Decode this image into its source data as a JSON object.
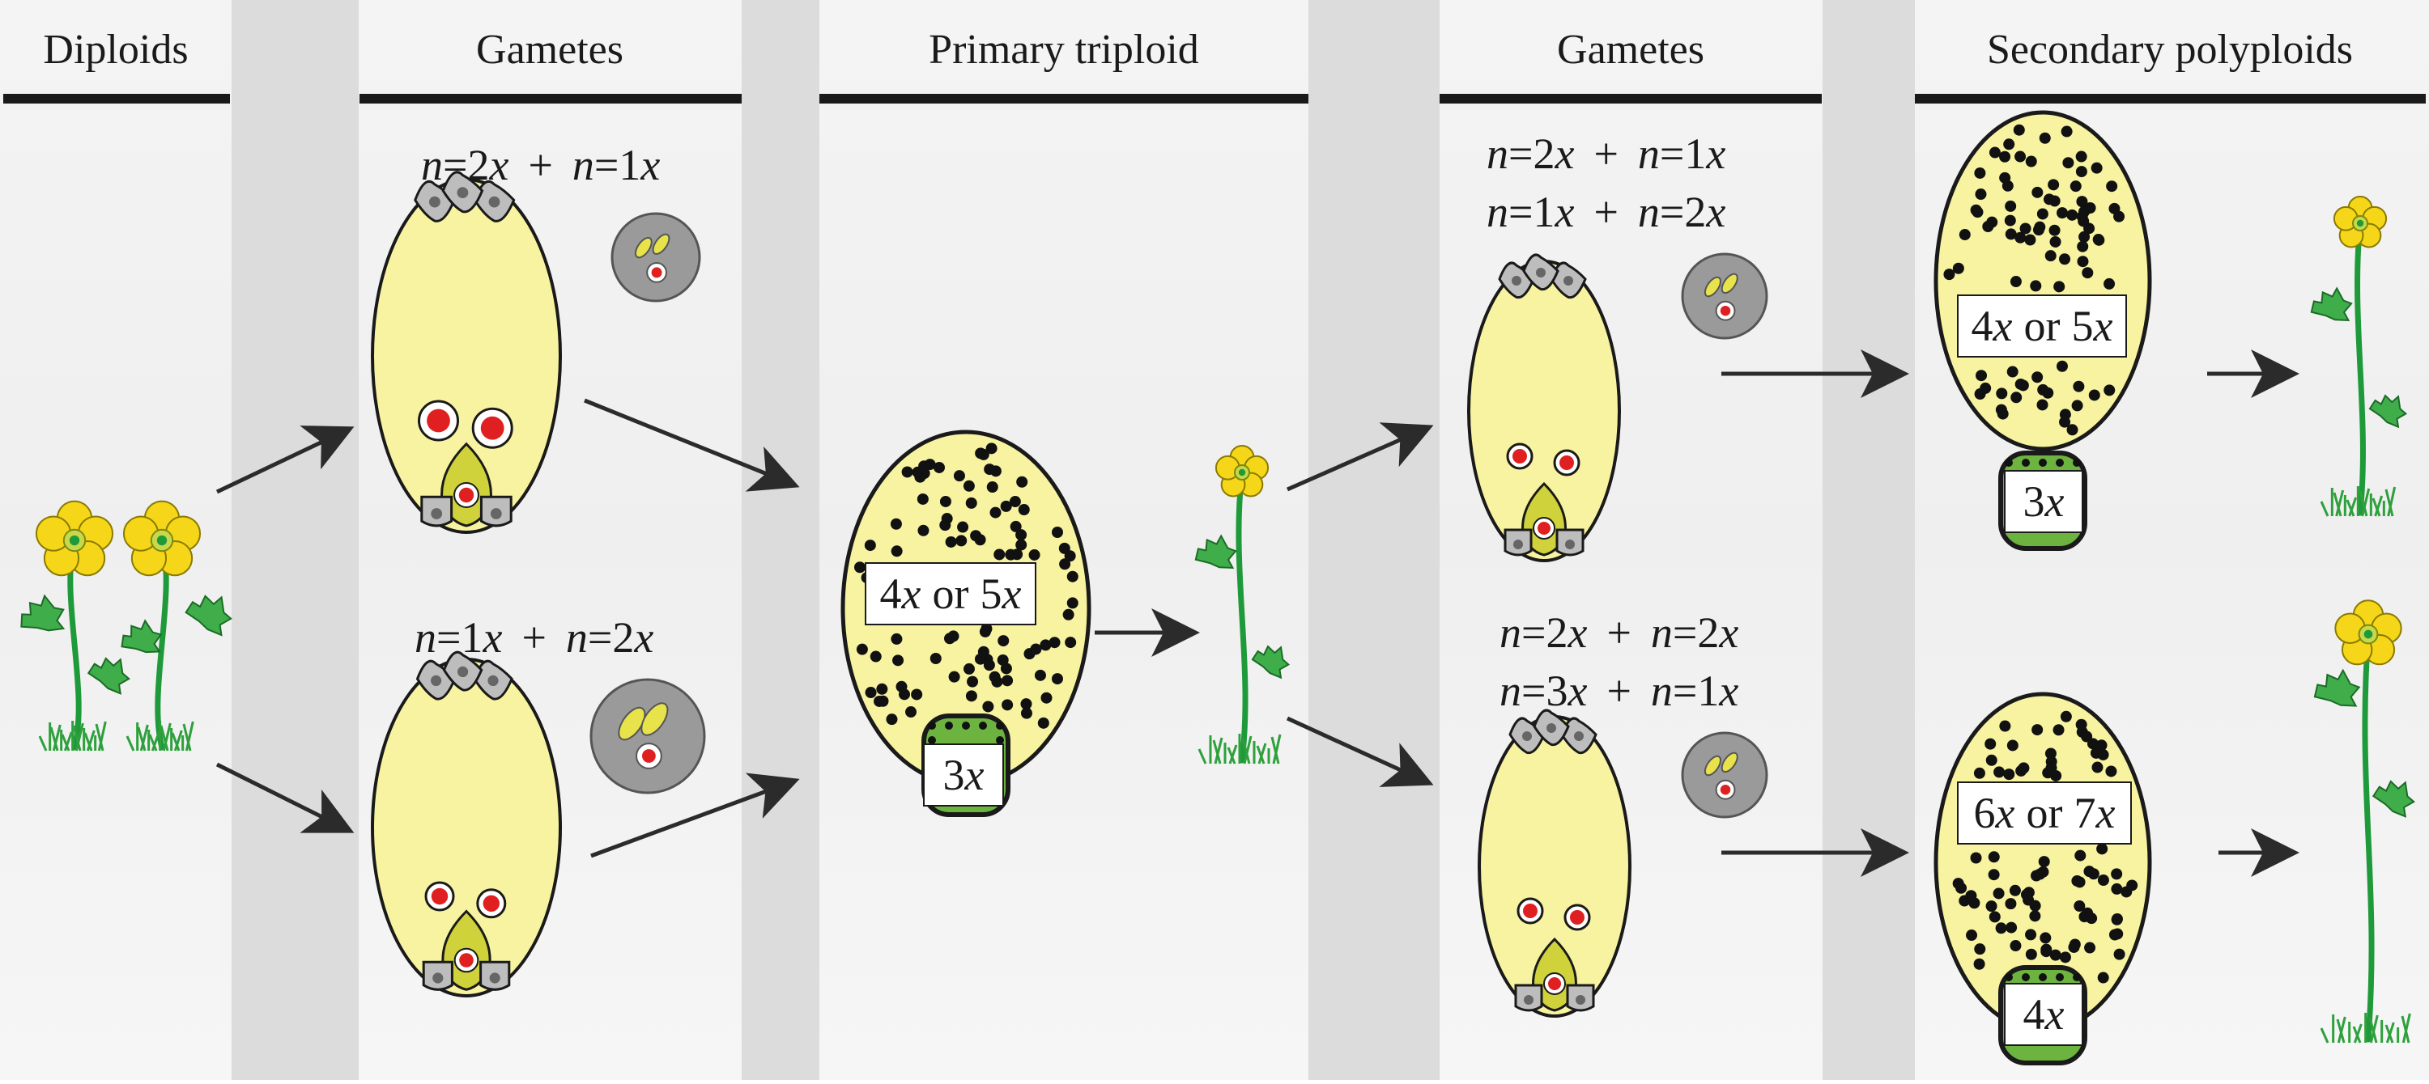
{
  "columns": [
    {
      "title": "Diploids"
    },
    {
      "title": "Gametes"
    },
    {
      "title": "Primary triploid"
    },
    {
      "title": "Gametes"
    },
    {
      "title": "Secondary polyploids"
    }
  ],
  "gametes_left": {
    "top": {
      "a": "2",
      "b": "1"
    },
    "bottom": {
      "a": "1",
      "b": "2"
    }
  },
  "primary_seed": {
    "embryo_label": {
      "num": "4",
      "or": "or",
      "num2": "5"
    },
    "endosperm_label": {
      "num": "3"
    }
  },
  "gametes_right": {
    "top": [
      {
        "a": "2",
        "b": "1"
      },
      {
        "a": "1",
        "b": "2"
      }
    ],
    "bottom": [
      {
        "a": "2",
        "b": "2"
      },
      {
        "a": "3",
        "b": "1"
      }
    ]
  },
  "secondary_seeds": {
    "top": {
      "num": "4",
      "or": "or",
      "num2": "5",
      "endo": "3"
    },
    "bottom": {
      "num": "6",
      "or": "or",
      "num2": "7",
      "endo": "4"
    }
  },
  "symbols": {
    "n": "n",
    "x": "x",
    "plus": "+",
    "eq": "="
  },
  "colors": {
    "embryo_sac": "#f7f3a1",
    "endosperm_green": "#6db33f",
    "flower_yellow": "#f5d619",
    "stem_green": "#1e9a3a",
    "nucleus_red": "#e02020",
    "pollen_grey": "#9a9a9a",
    "panel_grey": "#dcdcdc"
  }
}
